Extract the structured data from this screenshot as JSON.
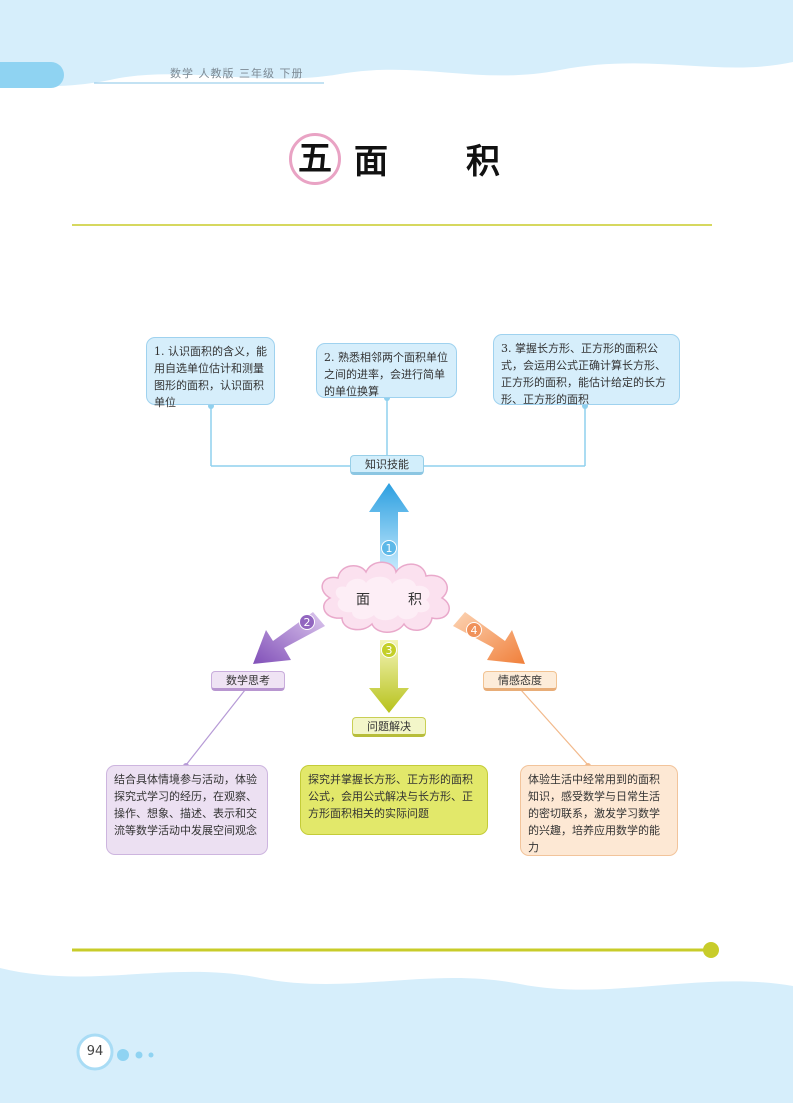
{
  "header": {
    "text": "数学 人教版 三年级 下册"
  },
  "chapter": {
    "number": "五",
    "title_part1": "面",
    "title_part2": "积"
  },
  "mindmap": {
    "center": {
      "part1": "面",
      "part2": "积"
    },
    "knowledge": {
      "label": "知识技能",
      "marker": "1",
      "items": [
        "1. 认识面积的含义，能用自选单位估计和测量图形的面积，认识面积单位",
        "2. 熟悉相邻两个面积单位之间的进率，会进行简单的单位换算",
        "3. 掌握长方形、正方形的面积公式，会运用公式正确计算长方形、正方形的面积，能估计给定的长方形、正方形的面积"
      ]
    },
    "thinking": {
      "label": "数学思考",
      "marker": "2",
      "text": "结合具体情境参与活动，体验探究式学习的经历，在观察、操作、想象、描述、表示和交流等数学活动中发展空间观念"
    },
    "problem": {
      "label": "问题解决",
      "marker": "3",
      "text": "探究并掌握长方形、正方形的面积公式，会用公式解决与长方形、正方形面积相关的实际问题"
    },
    "attitude": {
      "label": "情感态度",
      "marker": "4",
      "text": "体验生活中经常用到的面积知识，感受数学与日常生活的密切联系，激发学习数学的兴趣，培养应用数学的能力"
    }
  },
  "footer": {
    "page_number": "94"
  },
  "colors": {
    "wave_blue": "#d4ecfa",
    "rule_green": "#c8cc2a",
    "accent_blue": "#6cc4ee",
    "accent_purple": "#9a72c4",
    "accent_yellow": "#c8d42a",
    "accent_orange": "#f39a5c"
  }
}
